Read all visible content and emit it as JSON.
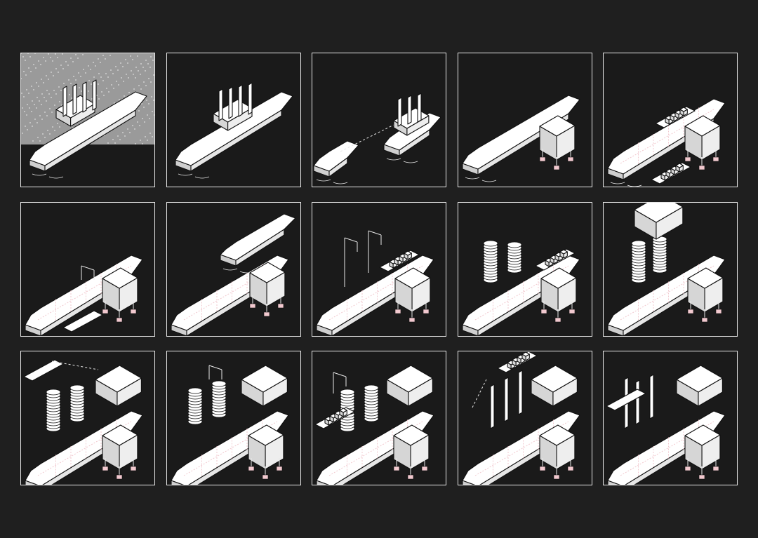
{
  "sheet": {
    "background": "#1f1f1f",
    "panel_background": "#1a1a1a",
    "line_color": "#e8e8e8",
    "accent_color": "#f2c9cf"
  },
  "panels": [
    {
      "id": "1-1",
      "scene": "site-pattern-vessels-tower-frame"
    },
    {
      "id": "1-2",
      "scene": "vessels-tower-frame"
    },
    {
      "id": "1-3",
      "scene": "vessel-detached-tower-frame"
    },
    {
      "id": "1-4",
      "scene": "long-hull-with-piers"
    },
    {
      "id": "1-5",
      "scene": "hull-with-container-barges"
    },
    {
      "id": "2-1",
      "scene": "hull-grid-with-barges-crane"
    },
    {
      "id": "2-2",
      "scene": "hull-stacked-module-incoming-vessel"
    },
    {
      "id": "2-3",
      "scene": "cranes-and-container-barge"
    },
    {
      "id": "2-4",
      "scene": "stacked-towers-cranes-barge"
    },
    {
      "id": "2-5",
      "scene": "towers-and-lifted-module"
    },
    {
      "id": "3-1",
      "scene": "towers-module-departing-vessel"
    },
    {
      "id": "3-2",
      "scene": "towers-crane-barge"
    },
    {
      "id": "3-3",
      "scene": "towers-crane-containers"
    },
    {
      "id": "3-4",
      "scene": "poles-module-container-ship"
    },
    {
      "id": "3-5",
      "scene": "poles-module-small-boat"
    }
  ]
}
